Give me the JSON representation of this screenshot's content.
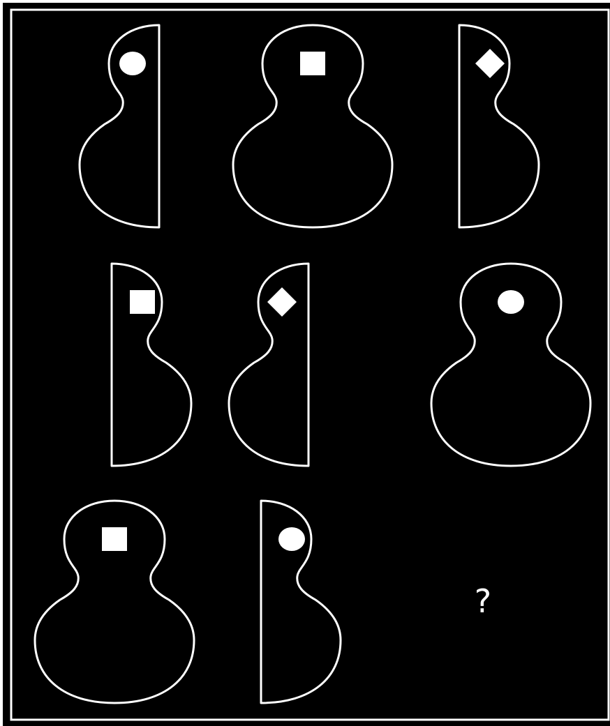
{
  "colors": {
    "background": "#000000",
    "line": "#ffffff",
    "marker_fill": "#ffffff",
    "page_edge": "#ffffff"
  },
  "grid": {
    "rows": 3,
    "columns": 3,
    "cells": [
      {
        "row": 1,
        "col": 1,
        "shape": "left-half-outline",
        "marker": "circle"
      },
      {
        "row": 1,
        "col": 2,
        "shape": "full-outline",
        "marker": "square"
      },
      {
        "row": 1,
        "col": 3,
        "shape": "right-half-outline",
        "marker": "diamond"
      },
      {
        "row": 2,
        "col": 1,
        "shape": "right-half-outline",
        "marker": "square"
      },
      {
        "row": 2,
        "col": 2,
        "shape": "left-half-outline",
        "marker": "diamond"
      },
      {
        "row": 2,
        "col": 3,
        "shape": "full-outline",
        "marker": "circle"
      },
      {
        "row": 3,
        "col": 1,
        "shape": "full-outline",
        "marker": "square"
      },
      {
        "row": 3,
        "col": 2,
        "shape": "right-half-outline",
        "marker": "circle"
      },
      {
        "row": 3,
        "col": 3,
        "shape": "missing",
        "marker": "none"
      }
    ]
  },
  "missing_cell": {
    "label": "?"
  }
}
